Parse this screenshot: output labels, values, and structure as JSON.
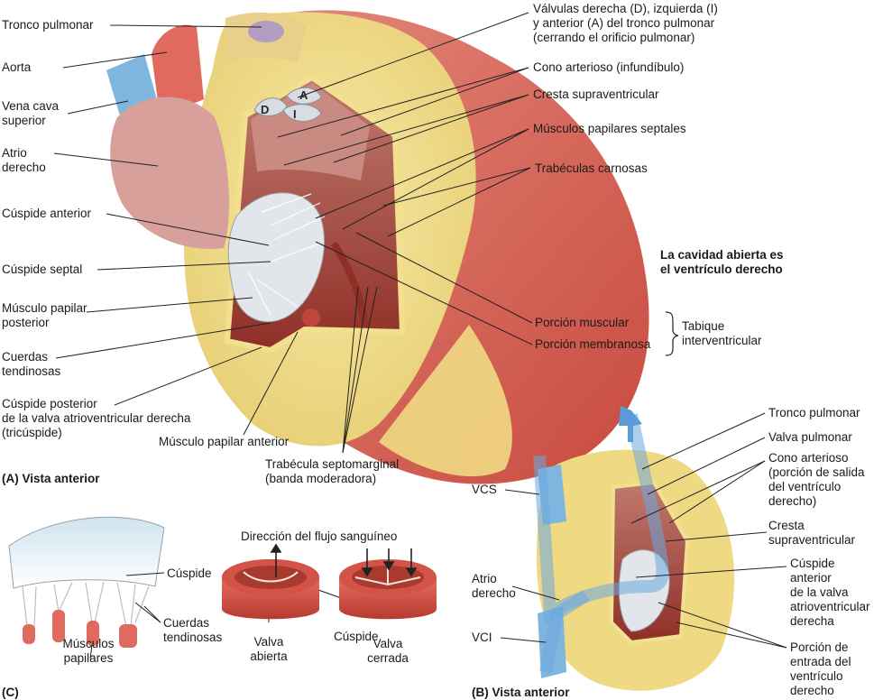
{
  "panel_a": {
    "caption": "(A) Vista anterior",
    "left_labels": {
      "tronco_pulmonar": "Tronco pulmonar",
      "aorta": "Aorta",
      "vena_cava_superior": "Vena cava\nsuperior",
      "atrio_derecho": "Atrio\nderecho",
      "cuspide_anterior": "Cúspide anterior",
      "cuspide_septal": "Cúspide septal",
      "musculo_papilar_posterior": "Músculo papilar\nposterior",
      "cuerdas_tendinosas": "Cuerdas\ntendinosas",
      "cuspide_posterior": "Cúspide posterior\nde la valva atrioventricular derecha\n(tricúspide)"
    },
    "right_labels": {
      "valvulas": "Válvulas derecha (D), izquierda (I)\ny anterior (A) del tronco pulmonar\n(cerrando el orificio pulmonar)",
      "cono_arterioso": "Cono arterioso (infundíbulo)",
      "cresta_supraventricular": "Cresta supraventricular",
      "musculos_papilares_septales": "Músculos papilares septales",
      "trabeculas_carnosas": "Trabéculas carnosas",
      "porcion_muscular": "Porción muscular",
      "porcion_membranosa": "Porción membranosa",
      "tabique": "Tabique\ninterventricular"
    },
    "bottom_labels": {
      "musculo_papilar_anterior": "Músculo papilar anterior",
      "trabecula_septomarginal": "Trabécula septomarginal\n(banda moderadora)"
    },
    "note": "La cavidad abierta es\nel ventrículo derecho",
    "valve_marks": {
      "d": "D",
      "a": "A",
      "i": "I"
    }
  },
  "panel_b": {
    "caption": "(B) Vista anterior",
    "left_labels": {
      "vcs": "VCS",
      "atrio_derecho": "Atrio\nderecho",
      "vci": "VCI"
    },
    "right_labels": {
      "tronco_pulmonar": "Tronco pulmonar",
      "valva_pulmonar": "Valva pulmonar",
      "cono_arterioso": "Cono arterioso\n(porción de salida\ndel ventrículo\nderecho)",
      "cresta": "Cresta\nsupraventricular",
      "cuspide_anterior": "Cúspide\nanterior\nde la valva\natrioventricular\nderecha",
      "porcion_entrada": "Porción de\nentrada del\nventrículo\nderecho"
    }
  },
  "panel_c": {
    "caption": "(C)",
    "labels": {
      "cuspide": "Cúspide",
      "cuerdas": "Cuerdas\ntendinosas",
      "musculos": "Músculos\npapilares",
      "direccion": "Dirección del flujo sanguíneo",
      "cuspide_small": "Cúspide",
      "valva_abierta": "Valva\nabierta",
      "valva_cerrada": "Valva\ncerrada"
    }
  },
  "colors": {
    "fat": "#f2e08e",
    "atrium": "#d7a09a",
    "myocardium": "#d95b4e",
    "cavity": "#a83a30",
    "valve": "#d8dde3",
    "aorta": "#e06a5e",
    "vena_cava": "#7fb6e0",
    "leader": "#222222"
  }
}
